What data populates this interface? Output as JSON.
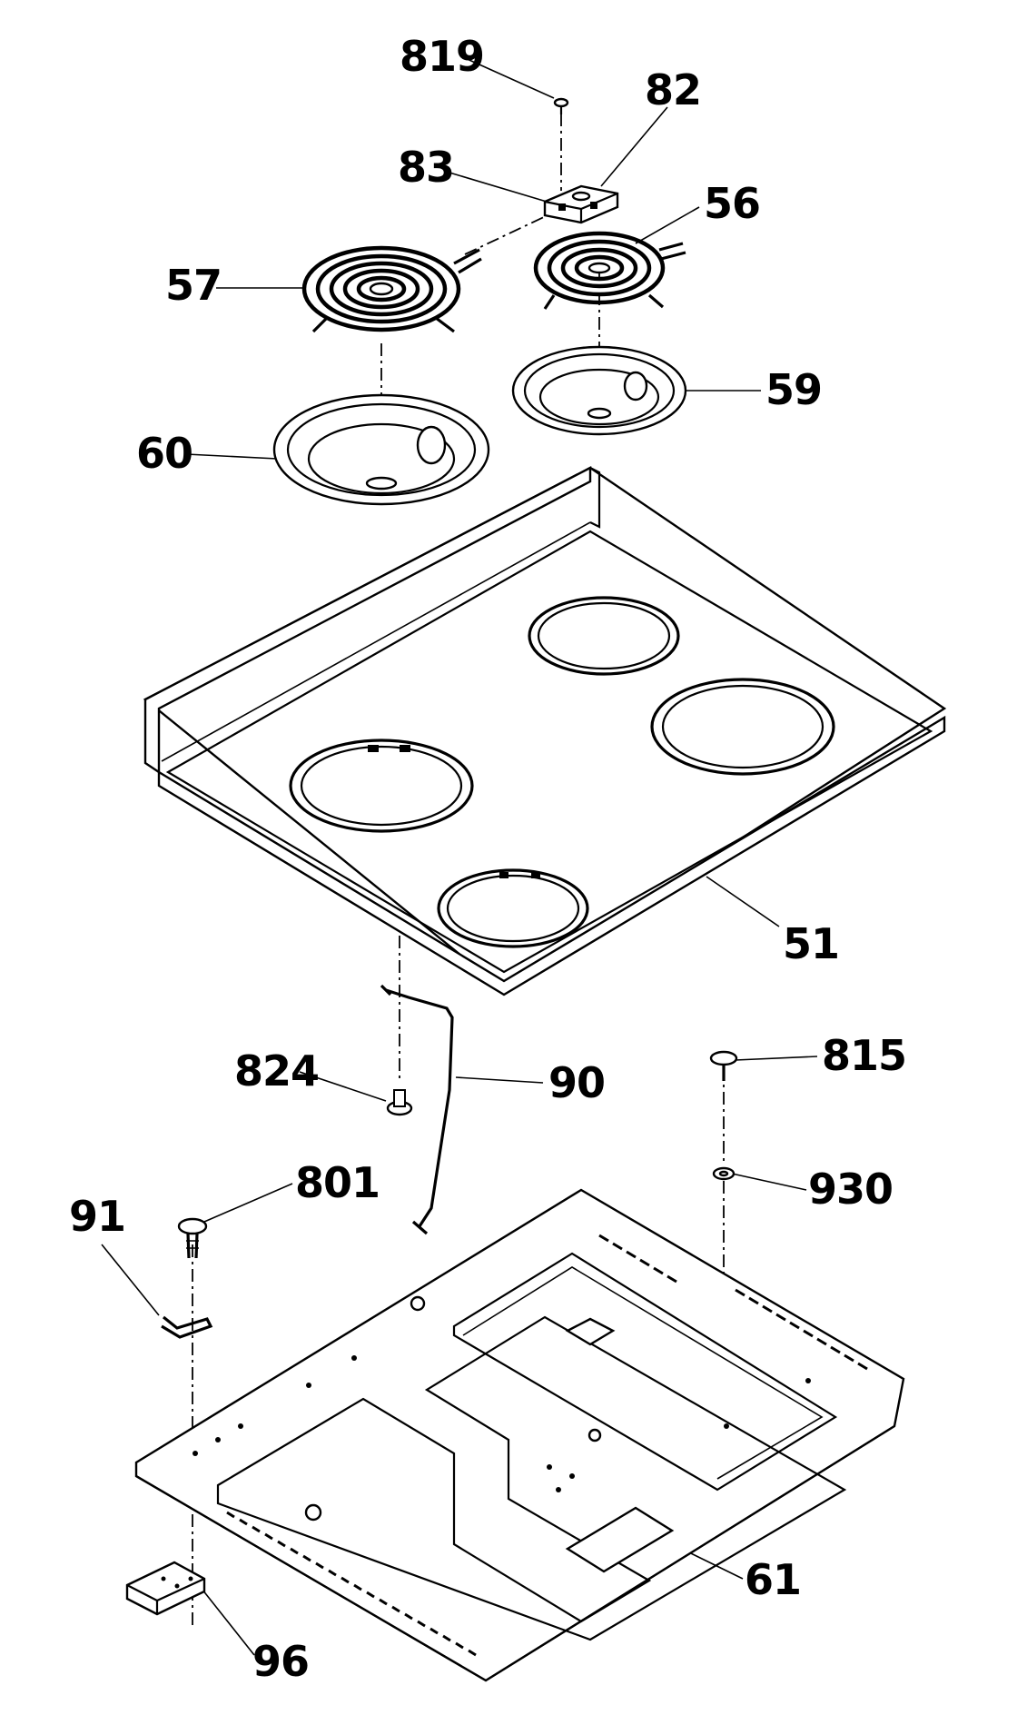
{
  "diagram": {
    "parts": [
      {
        "id": "p819",
        "label": "819",
        "name": "screw"
      },
      {
        "id": "p82",
        "label": "82",
        "name": "terminal-block"
      },
      {
        "id": "p83",
        "label": "83",
        "name": "terminal-block-mount"
      },
      {
        "id": "p56",
        "label": "56",
        "name": "small-surface-element"
      },
      {
        "id": "p57",
        "label": "57",
        "name": "large-surface-element"
      },
      {
        "id": "p59",
        "label": "59",
        "name": "small-drip-pan"
      },
      {
        "id": "p60",
        "label": "60",
        "name": "large-drip-pan"
      },
      {
        "id": "p51",
        "label": "51",
        "name": "cooktop"
      },
      {
        "id": "p824",
        "label": "824",
        "name": "screw"
      },
      {
        "id": "p90",
        "label": "90",
        "name": "support-rod"
      },
      {
        "id": "p815",
        "label": "815",
        "name": "screw"
      },
      {
        "id": "p930",
        "label": "930",
        "name": "washer"
      },
      {
        "id": "p801",
        "label": "801",
        "name": "screw"
      },
      {
        "id": "p91",
        "label": "91",
        "name": "clip"
      },
      {
        "id": "p61",
        "label": "61",
        "name": "main-top-base"
      },
      {
        "id": "p96",
        "label": "96",
        "name": "bracket"
      }
    ]
  }
}
